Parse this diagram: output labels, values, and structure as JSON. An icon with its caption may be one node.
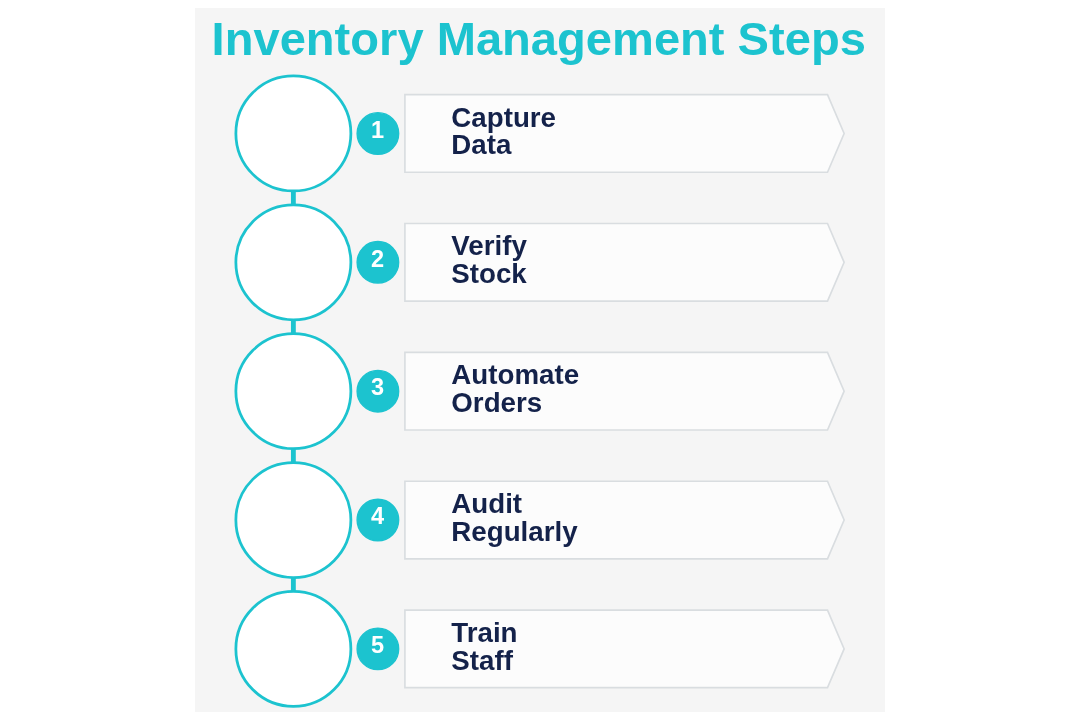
{
  "diagram": {
    "title": "Inventory Management Steps",
    "nodes": [
      {
        "text": [],
        "shape": "circle"
      },
      {
        "text": [
          "1"
        ]
      },
      {
        "text": [
          "Capture Data"
        ]
      },
      {
        "text": [],
        "shape": "circle"
      },
      {
        "text": [
          "2"
        ]
      },
      {
        "text": [
          "Verify Stock"
        ]
      },
      {
        "text": [],
        "shape": "circle"
      },
      {
        "text": [
          "3"
        ]
      },
      {
        "text": [
          "Automate Orders"
        ]
      },
      {
        "text": [],
        "shape": "circle"
      },
      {
        "text": [
          "4"
        ]
      },
      {
        "text": [
          "Audit Regularly"
        ]
      },
      {
        "text": [],
        "shape": "circle"
      },
      {
        "text": [
          "5"
        ]
      },
      {
        "text": [
          "Train Staff"
        ]
      }
    ],
    "edges": [
      {
        "from": 0,
        "to": 3,
        "arrow": "none"
      },
      {
        "from": 3,
        "to": 6,
        "arrow": "none"
      },
      {
        "from": 6,
        "to": 9,
        "arrow": "none"
      },
      {
        "from": 9,
        "to": 12,
        "arrow": "none"
      }
    ]
  }
}
